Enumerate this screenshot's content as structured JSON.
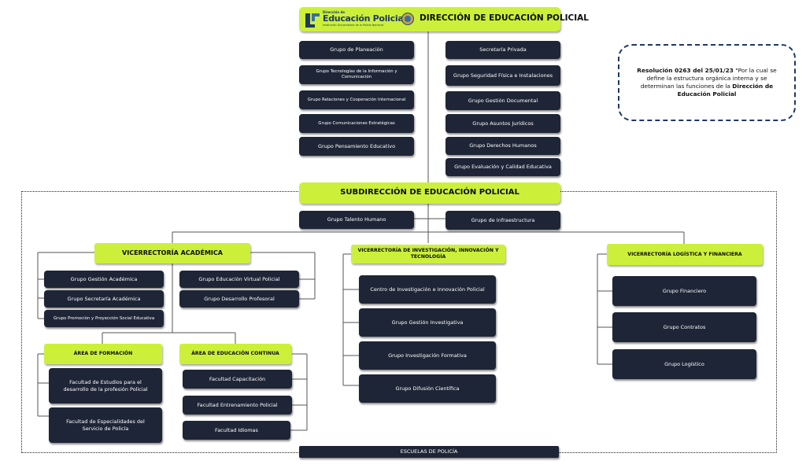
{
  "header": {
    "logo_small": "Dirección de",
    "logo_main": "Educación Policial",
    "logo_sub": "Institución Universitaria de la Policía Nacional",
    "title": "DIRECCIÓN DE EDUCACIÓN POLICIAL"
  },
  "direccion_left": [
    "Grupo de Planeación",
    "Grupo Tecnologías de la Información y Comunicación",
    "Grupo Relaciones y Cooperación Internacional",
    "Grupo Comunicaciones Estratégicas",
    "Grupo Pensamiento Educativo"
  ],
  "direccion_right": [
    "Secretaría Privada",
    "Grupo Seguridad Física e Instalaciones",
    "Grupo Gestión Documental",
    "Grupo Asuntos Jurídicos",
    "Grupo Derechos Humanos",
    "Grupo Evaluación y Calidad Educativa"
  ],
  "resolucion": {
    "bold_prefix": "Resolución 0263 del 25/01/23",
    "text": " \"Por la cual se define la estructura orgánica interna y se determinan las funciones de la ",
    "bold_suffix": "Dirección de Educación Policial"
  },
  "subdireccion": {
    "title": "SUBDIRECCIÓN DE EDUCACIÓN POLICIAL",
    "left": "Grupo Talento Humano",
    "right": "Grupo de Infraestructura"
  },
  "vicerrectoria_academica": {
    "title": "VICERRECTORÍA ACADÉMICA",
    "left": [
      "Grupo Gestión Académica",
      "Grupo Secretaría Académica",
      "Grupo Promoción y Proyección Social Educativa"
    ],
    "right": [
      "Grupo Educación Virtual Policial",
      "Grupo Desarrollo Profesoral"
    ],
    "area_formacion": {
      "title": "ÁREA DE FORMACIÓN",
      "items": [
        "Facultad de Estudios para el desarrollo de la profesión Policial",
        "Facultad de Especialidades del Servicio de Policía"
      ]
    },
    "area_continua": {
      "title": "ÁREA DE EDUCACIÓN CONTINUA",
      "items": [
        "Facultad Capacitación",
        "Facultad Entrenamiento Policial",
        "Facultad Idiomas"
      ]
    }
  },
  "vicerrectoria_investigacion": {
    "title": "VICERRECTORÍA DE INVESTIGACIÓN, INNOVACIÓN Y TECNOLOGÍA",
    "items": [
      "Centro de Investigación e Innovación Policial",
      "Grupo Gestión Investigativa",
      "Grupo Investigación Formativa",
      "Grupo Difusión Científica"
    ]
  },
  "vicerrectoria_logistica": {
    "title": "VICERRECTORÍA LOGÍSTICA Y FINANCIERA",
    "items": [
      "Grupo Financiero",
      "Grupo Contratos",
      "Grupo Logístico"
    ]
  },
  "escuelas": "ESCUELAS DE POLICÍA",
  "colors": {
    "dark_box": "#1e2536",
    "accent_green": "#ccf03a",
    "dashed_border": "#1f3864"
  }
}
